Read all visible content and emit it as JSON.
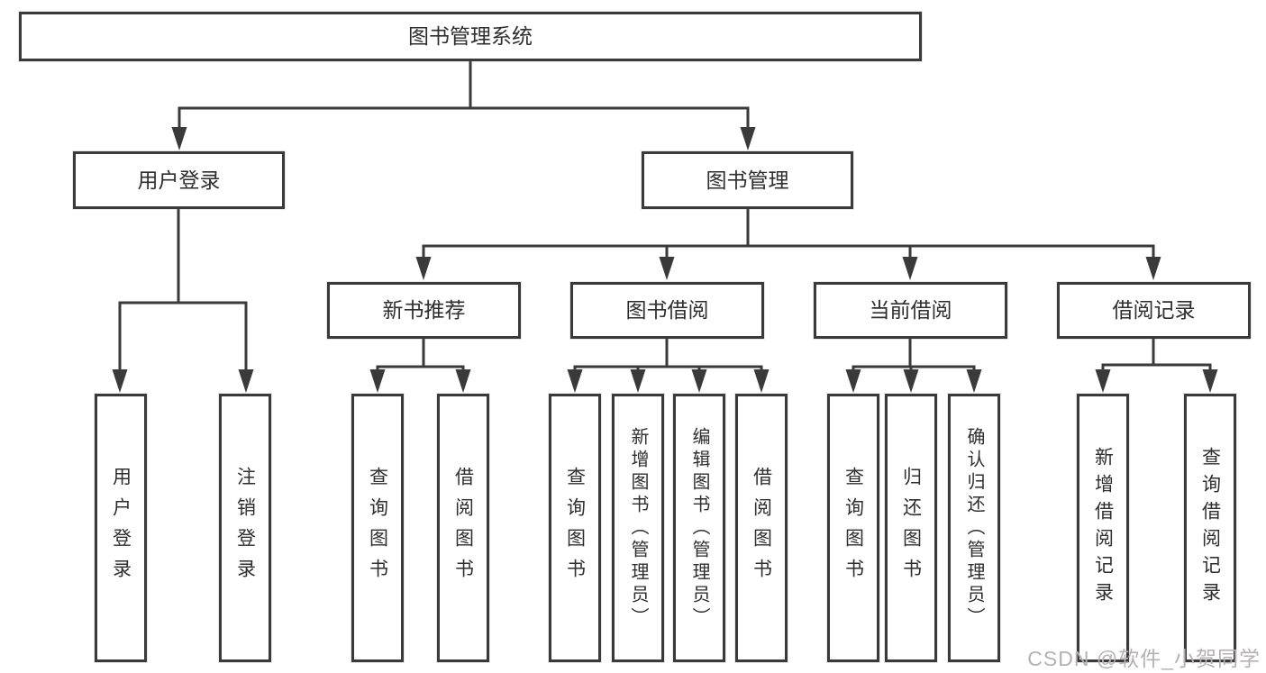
{
  "diagram": {
    "title": "图书管理系统",
    "root": {
      "id": "root",
      "label": "图书管理系统"
    },
    "branches": [
      {
        "id": "user-login-branch",
        "label": "用户登录"
      },
      {
        "id": "book-mgmt-branch",
        "label": "图书管理"
      }
    ],
    "modules": [
      {
        "id": "new-book-module",
        "label": "新书推荐"
      },
      {
        "id": "book-borrow-module",
        "label": "图书借阅"
      },
      {
        "id": "current-borrow-module",
        "label": "当前借阅"
      },
      {
        "id": "borrow-record-module",
        "label": "借阅记录"
      }
    ],
    "functions": [
      {
        "id": "func-user-login",
        "label": "用户登录",
        "parent": "user-login-branch"
      },
      {
        "id": "func-logout",
        "label": "注销登录",
        "parent": "user-login-branch"
      },
      {
        "id": "func-newbook-query",
        "label": "查询图书",
        "parent": "new-book-module"
      },
      {
        "id": "func-newbook-borrow",
        "label": "借阅图书",
        "parent": "new-book-module"
      },
      {
        "id": "func-borrow-query",
        "label": "查询图书",
        "parent": "book-borrow-module"
      },
      {
        "id": "func-borrow-add",
        "label": "新增图书（管理员）",
        "parent": "book-borrow-module"
      },
      {
        "id": "func-borrow-edit",
        "label": "编辑图书（管理员）",
        "parent": "book-borrow-module"
      },
      {
        "id": "func-borrow-borrow",
        "label": "借阅图书",
        "parent": "book-borrow-module"
      },
      {
        "id": "func-current-query",
        "label": "查询图书",
        "parent": "current-borrow-module"
      },
      {
        "id": "func-current-return",
        "label": "归还图书",
        "parent": "current-borrow-module"
      },
      {
        "id": "func-current-confirm",
        "label": "确认归还（管理员）",
        "parent": "current-borrow-module"
      },
      {
        "id": "func-record-add",
        "label": "新增借阅记录",
        "parent": "borrow-record-module"
      },
      {
        "id": "func-record-query",
        "label": "查询借阅记录",
        "parent": "borrow-record-module"
      }
    ]
  },
  "watermark": {
    "text": "CSDN @软件_小贺同学"
  },
  "colors": {
    "line": "#3a3a3a",
    "text": "#2e2e2e",
    "box_background": "#ffffff",
    "watermark": "#b5b1b1"
  }
}
